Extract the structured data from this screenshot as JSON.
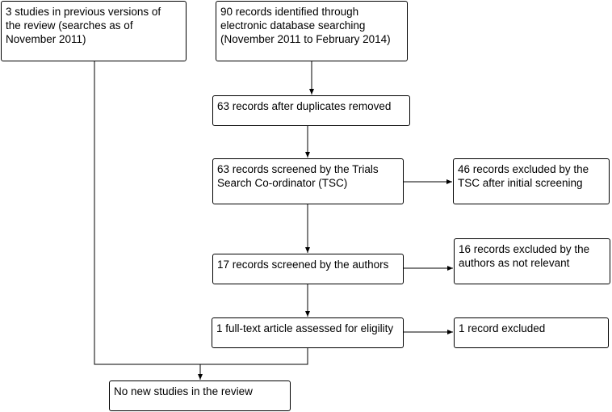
{
  "flowchart": {
    "previous_studies": "3 studies in previous versions of\nthe review (searches as of\nNovember 2011)",
    "identified": "90 records identified through\nelectronic database searching\n(November 2011 to February 2014)",
    "after_duplicates": "63 records after duplicates removed",
    "tsc_screened": "63 records screened by the Trials\nSearch Co-ordinator (TSC)",
    "tsc_excluded": "46 records excluded by the\nTSC after initial screening",
    "authors_screened": "17 records screened by the authors",
    "authors_excluded": "16 records excluded by the\nauthors as not relevant",
    "fulltext_assessed": "1 full-text article assessed for eligility",
    "record_excluded": "1 record excluded",
    "result": "No new studies in the review"
  }
}
